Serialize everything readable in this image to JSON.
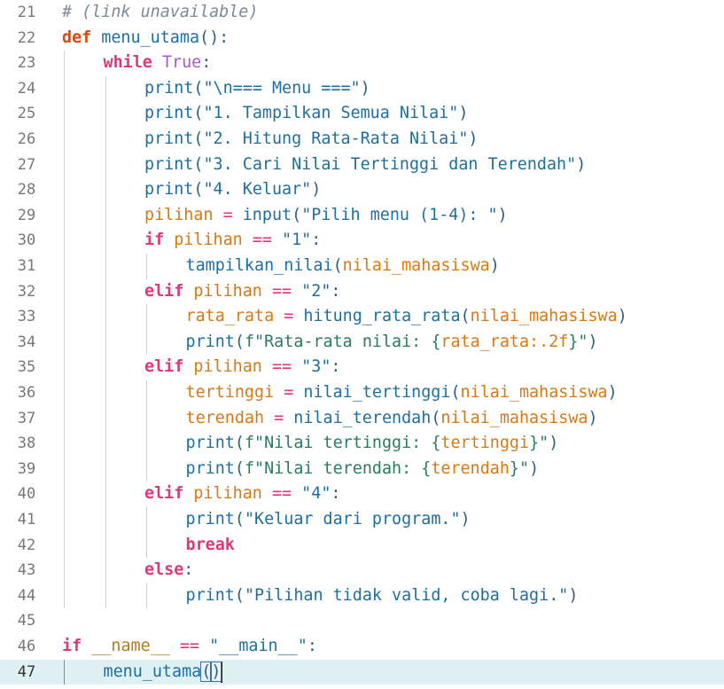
{
  "editor": {
    "current_line": 47,
    "lines": [
      {
        "n": "21",
        "tokens": [
          {
            "t": "# (link unavailable)",
            "c": "comment"
          }
        ]
      },
      {
        "n": "22",
        "tokens": [
          {
            "t": "def",
            "c": "kw-def"
          },
          {
            "t": " menu_utama",
            "c": "fn"
          },
          {
            "t": "():",
            "c": "punc"
          }
        ]
      },
      {
        "n": "23",
        "indent": 1,
        "tokens": [
          {
            "t": "while",
            "c": "kw-ctl"
          },
          {
            "t": " True",
            "c": "kw-bool"
          },
          {
            "t": ":",
            "c": "punc"
          }
        ]
      },
      {
        "n": "24",
        "indent": 2,
        "tokens": [
          {
            "t": "print",
            "c": "call"
          },
          {
            "t": "(",
            "c": "punc"
          },
          {
            "t": "\"\\n=== Menu ===\"",
            "c": "str"
          },
          {
            "t": ")",
            "c": "punc"
          }
        ]
      },
      {
        "n": "25",
        "indent": 2,
        "tokens": [
          {
            "t": "print",
            "c": "call"
          },
          {
            "t": "(",
            "c": "punc"
          },
          {
            "t": "\"1. Tampilkan Semua Nilai\"",
            "c": "str"
          },
          {
            "t": ")",
            "c": "punc"
          }
        ]
      },
      {
        "n": "26",
        "indent": 2,
        "tokens": [
          {
            "t": "print",
            "c": "call"
          },
          {
            "t": "(",
            "c": "punc"
          },
          {
            "t": "\"2. Hitung Rata-Rata Nilai\"",
            "c": "str"
          },
          {
            "t": ")",
            "c": "punc"
          }
        ]
      },
      {
        "n": "27",
        "indent": 2,
        "tokens": [
          {
            "t": "print",
            "c": "call"
          },
          {
            "t": "(",
            "c": "punc"
          },
          {
            "t": "\"3. Cari Nilai Tertinggi dan Terendah\"",
            "c": "str"
          },
          {
            "t": ")",
            "c": "punc"
          }
        ]
      },
      {
        "n": "28",
        "indent": 2,
        "tokens": [
          {
            "t": "print",
            "c": "call"
          },
          {
            "t": "(",
            "c": "punc"
          },
          {
            "t": "\"4. Keluar\"",
            "c": "str"
          },
          {
            "t": ")",
            "c": "punc"
          }
        ]
      },
      {
        "n": "29",
        "indent": 2,
        "tokens": [
          {
            "t": "pilihan",
            "c": "var"
          },
          {
            "t": " = ",
            "c": "op"
          },
          {
            "t": "input",
            "c": "call"
          },
          {
            "t": "(",
            "c": "punc"
          },
          {
            "t": "\"Pilih menu (1-4): \"",
            "c": "str"
          },
          {
            "t": ")",
            "c": "punc"
          }
        ]
      },
      {
        "n": "30",
        "indent": 2,
        "tokens": [
          {
            "t": "if",
            "c": "kw-ctl"
          },
          {
            "t": " pilihan",
            "c": "var"
          },
          {
            "t": " == ",
            "c": "op"
          },
          {
            "t": "\"1\"",
            "c": "str"
          },
          {
            "t": ":",
            "c": "punc"
          }
        ]
      },
      {
        "n": "31",
        "indent": 3,
        "tokens": [
          {
            "t": "tampilkan_nilai",
            "c": "call"
          },
          {
            "t": "(",
            "c": "punc"
          },
          {
            "t": "nilai_mahasiswa",
            "c": "var"
          },
          {
            "t": ")",
            "c": "punc"
          }
        ]
      },
      {
        "n": "32",
        "indent": 2,
        "tokens": [
          {
            "t": "elif",
            "c": "kw-ctl"
          },
          {
            "t": " pilihan",
            "c": "var"
          },
          {
            "t": " == ",
            "c": "op"
          },
          {
            "t": "\"2\"",
            "c": "str"
          },
          {
            "t": ":",
            "c": "punc"
          }
        ]
      },
      {
        "n": "33",
        "indent": 3,
        "tokens": [
          {
            "t": "rata_rata",
            "c": "var"
          },
          {
            "t": " = ",
            "c": "op"
          },
          {
            "t": "hitung_rata_rata",
            "c": "call"
          },
          {
            "t": "(",
            "c": "punc"
          },
          {
            "t": "nilai_mahasiswa",
            "c": "var"
          },
          {
            "t": ")",
            "c": "punc"
          }
        ]
      },
      {
        "n": "34",
        "indent": 3,
        "tokens": [
          {
            "t": "print",
            "c": "call"
          },
          {
            "t": "(",
            "c": "punc"
          },
          {
            "t": "f\"Rata-rata nilai: ",
            "c": "strlit"
          },
          {
            "t": "{",
            "c": "strlit"
          },
          {
            "t": "rata_rata:.2f",
            "c": "interp"
          },
          {
            "t": "}\"",
            "c": "strlit"
          },
          {
            "t": ")",
            "c": "punc"
          }
        ]
      },
      {
        "n": "35",
        "indent": 2,
        "tokens": [
          {
            "t": "elif",
            "c": "kw-ctl"
          },
          {
            "t": " pilihan",
            "c": "var"
          },
          {
            "t": " == ",
            "c": "op"
          },
          {
            "t": "\"3\"",
            "c": "str"
          },
          {
            "t": ":",
            "c": "punc"
          }
        ]
      },
      {
        "n": "36",
        "indent": 3,
        "tokens": [
          {
            "t": "tertinggi",
            "c": "var"
          },
          {
            "t": " = ",
            "c": "op"
          },
          {
            "t": "nilai_tertinggi",
            "c": "call"
          },
          {
            "t": "(",
            "c": "punc"
          },
          {
            "t": "nilai_mahasiswa",
            "c": "var"
          },
          {
            "t": ")",
            "c": "punc"
          }
        ]
      },
      {
        "n": "37",
        "indent": 3,
        "tokens": [
          {
            "t": "terendah",
            "c": "var"
          },
          {
            "t": " = ",
            "c": "op"
          },
          {
            "t": "nilai_terendah",
            "c": "call"
          },
          {
            "t": "(",
            "c": "punc"
          },
          {
            "t": "nilai_mahasiswa",
            "c": "var"
          },
          {
            "t": ")",
            "c": "punc"
          }
        ]
      },
      {
        "n": "38",
        "indent": 3,
        "tokens": [
          {
            "t": "print",
            "c": "call"
          },
          {
            "t": "(",
            "c": "punc"
          },
          {
            "t": "f\"Nilai tertinggi: ",
            "c": "strlit"
          },
          {
            "t": "{",
            "c": "strlit"
          },
          {
            "t": "tertinggi",
            "c": "interp"
          },
          {
            "t": "}\"",
            "c": "strlit"
          },
          {
            "t": ")",
            "c": "punc"
          }
        ]
      },
      {
        "n": "39",
        "indent": 3,
        "tokens": [
          {
            "t": "print",
            "c": "call"
          },
          {
            "t": "(",
            "c": "punc"
          },
          {
            "t": "f\"Nilai terendah: ",
            "c": "strlit"
          },
          {
            "t": "{",
            "c": "strlit"
          },
          {
            "t": "terendah",
            "c": "interp"
          },
          {
            "t": "}\"",
            "c": "strlit"
          },
          {
            "t": ")",
            "c": "punc"
          }
        ]
      },
      {
        "n": "40",
        "indent": 2,
        "tokens": [
          {
            "t": "elif",
            "c": "kw-ctl"
          },
          {
            "t": " pilihan",
            "c": "var"
          },
          {
            "t": " == ",
            "c": "op"
          },
          {
            "t": "\"4\"",
            "c": "str"
          },
          {
            "t": ":",
            "c": "punc"
          }
        ]
      },
      {
        "n": "41",
        "indent": 3,
        "tokens": [
          {
            "t": "print",
            "c": "call"
          },
          {
            "t": "(",
            "c": "punc"
          },
          {
            "t": "\"Keluar dari program.\"",
            "c": "str"
          },
          {
            "t": ")",
            "c": "punc"
          }
        ]
      },
      {
        "n": "42",
        "indent": 3,
        "tokens": [
          {
            "t": "break",
            "c": "kw-ctl"
          }
        ]
      },
      {
        "n": "43",
        "indent": 2,
        "tokens": [
          {
            "t": "else",
            "c": "kw-ctl"
          },
          {
            "t": ":",
            "c": "punc"
          }
        ]
      },
      {
        "n": "44",
        "indent": 3,
        "tokens": [
          {
            "t": "print",
            "c": "call"
          },
          {
            "t": "(",
            "c": "punc"
          },
          {
            "t": "\"Pilihan tidak valid, coba lagi.\"",
            "c": "str"
          },
          {
            "t": ")",
            "c": "punc"
          }
        ]
      },
      {
        "n": "45",
        "tokens": []
      },
      {
        "n": "46",
        "tokens": [
          {
            "t": "if",
            "c": "kw-ctl"
          },
          {
            "t": " __name__",
            "c": "dunder"
          },
          {
            "t": " == ",
            "c": "op"
          },
          {
            "t": "\"__main__\"",
            "c": "str"
          },
          {
            "t": ":",
            "c": "punc"
          }
        ]
      },
      {
        "n": "47",
        "indent": 1,
        "tokens": [
          {
            "t": "menu_utama",
            "c": "call"
          },
          {
            "t": "(",
            "c": "punc bracket-hl"
          },
          {
            "t": ")",
            "c": "punc bracket-hl"
          }
        ]
      }
    ]
  },
  "colors": {
    "current_line_bg": "#e0f1f3",
    "keyword_def": "#d9480f",
    "keyword_control": "#e0367a",
    "string": "#1f6f9e",
    "variable": "#d97812",
    "comment": "#7a8a99"
  }
}
